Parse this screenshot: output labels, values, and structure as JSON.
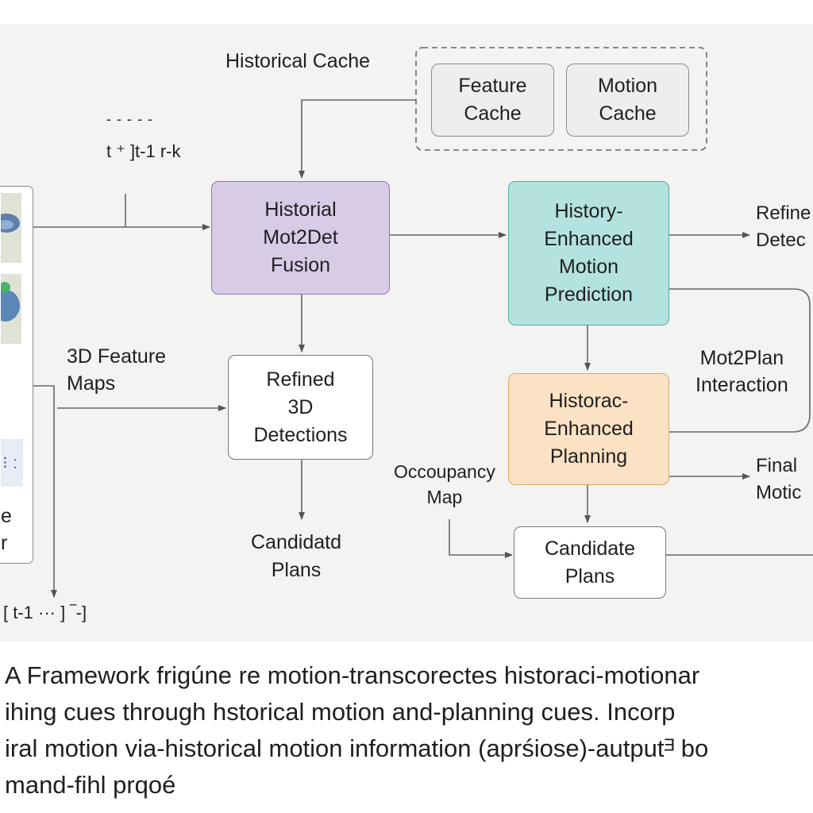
{
  "labels": {
    "historical_cache": "Historical Cache",
    "time_top_dash": "- - - - -",
    "time_top": "t ⁺ ]t-1   r-k",
    "feature_maps": "3D Feature\nMaps",
    "time_bottom": "[ t-1 ··· ] ‾-]",
    "occupancy_map": "Occoupancy\nMap",
    "mot2plan": "Mot2Plan\nInteraction",
    "refined_out": "Refine\nDetec",
    "final_out": "Final\nMotic",
    "left_panel_letters": "e\nr",
    "left_panel_chip": "⁝ :"
  },
  "boxes": {
    "feature_cache": "Feature\nCache",
    "motion_cache": "Motion\nCache",
    "mot2det": "Historial\nMot2Det\nFusion",
    "motion_pred": "History-\nEnhanced\nMotion\nPrediction",
    "refined_3d": "Refined\n3D\nDetections",
    "planning": "Historac-\nEnhanced\nPlanning",
    "candidate_left": "Candidatd\nPlans",
    "candidate_right": "Candidate\nPlans"
  },
  "caption": {
    "line1": "A  Framework  frigúne re  motion-transcorectes  historaci-motionar",
    "line2": "ihing  cues  through  hstorical  motion  and-planning  cues.  Incorp",
    "line3": "iral motion via-historical motion information (aprśiose)-autputᴲ bo",
    "line4": "mand-fihl prqoé"
  },
  "colors": {
    "purple": "#d7cbe6",
    "teal": "#b3e2df",
    "peach": "#fbe2c4",
    "background": "#f3f3f1"
  }
}
